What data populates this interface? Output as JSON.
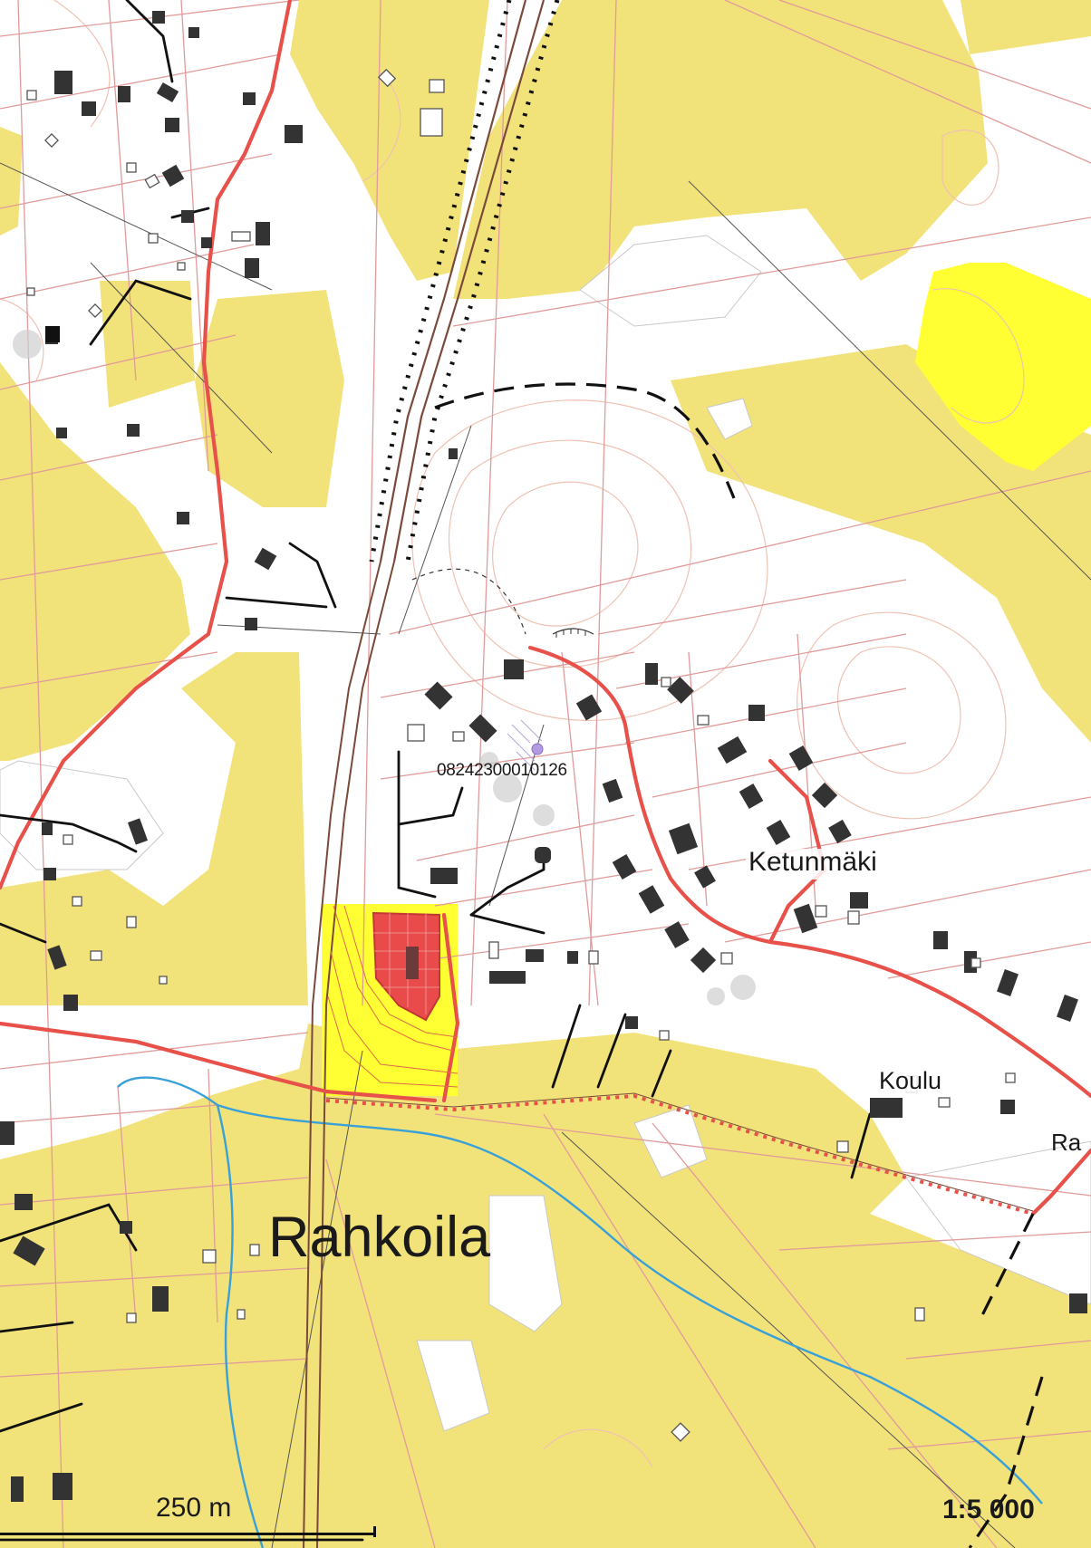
{
  "labels": {
    "parcel_id": "08242300010126",
    "ketunmaki": "Ketunmäki",
    "koulu": "Koulu",
    "rahkoila": "Rahkoila",
    "ra_partial": "Ra",
    "scale_distance": "250 m",
    "scale_ratio": "1:5 000"
  },
  "colors": {
    "field": "#f2e27a",
    "forest": "#ffffff",
    "highlight_area": "#ffff33",
    "target_parcel": "#e94b4b",
    "main_road": "#e8514a",
    "property_line": "#e3a3a3",
    "contour": "#f0c9b8",
    "building": "#333333",
    "stream": "#3aa0d8",
    "railway": "#7a4a3a",
    "path": "#111111"
  },
  "icons": {
    "marker": "parcel-point-icon"
  }
}
